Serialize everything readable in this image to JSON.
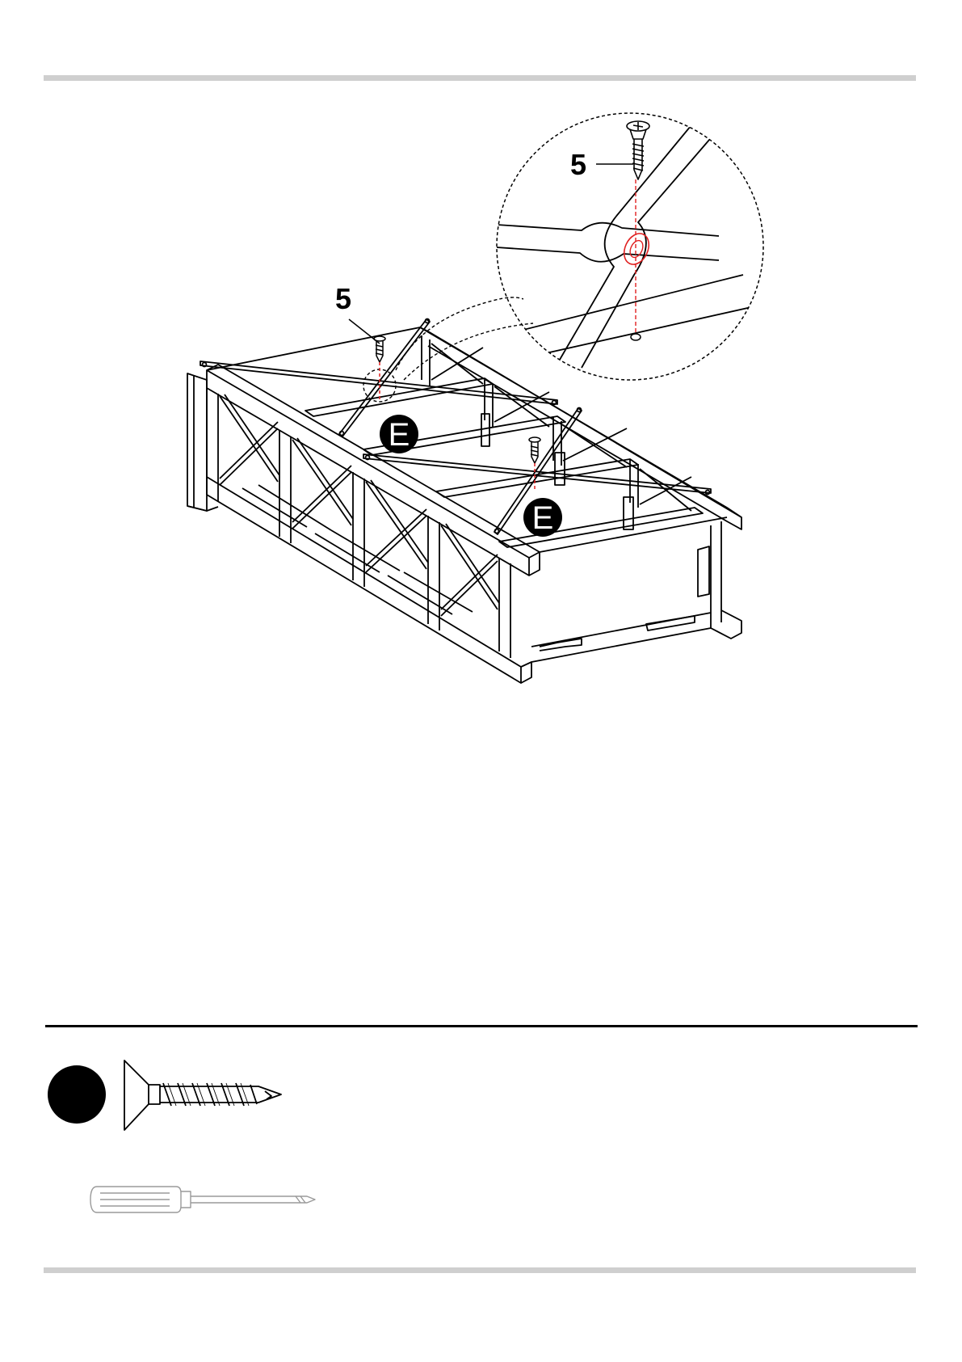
{
  "callouts": {
    "screw_main": "5",
    "screw_detail": "5",
    "panel_label_1": "E",
    "panel_label_2": "E"
  },
  "hardware": {
    "part_label": ""
  },
  "colors": {
    "line": "#000000",
    "guide": "#e02020",
    "rule_grey": "#cfcfcf"
  }
}
